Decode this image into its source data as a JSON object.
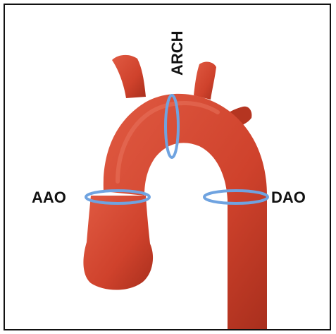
{
  "labels": {
    "arch": "ARCH",
    "aao": "AAO",
    "dao": "DAO"
  },
  "colors": {
    "aorta_fill": "#d0432d",
    "aorta_dark": "#b23320",
    "aorta_light": "#e05a42",
    "ring_stroke": "#6fa3e0",
    "frame_border": "#111111"
  }
}
